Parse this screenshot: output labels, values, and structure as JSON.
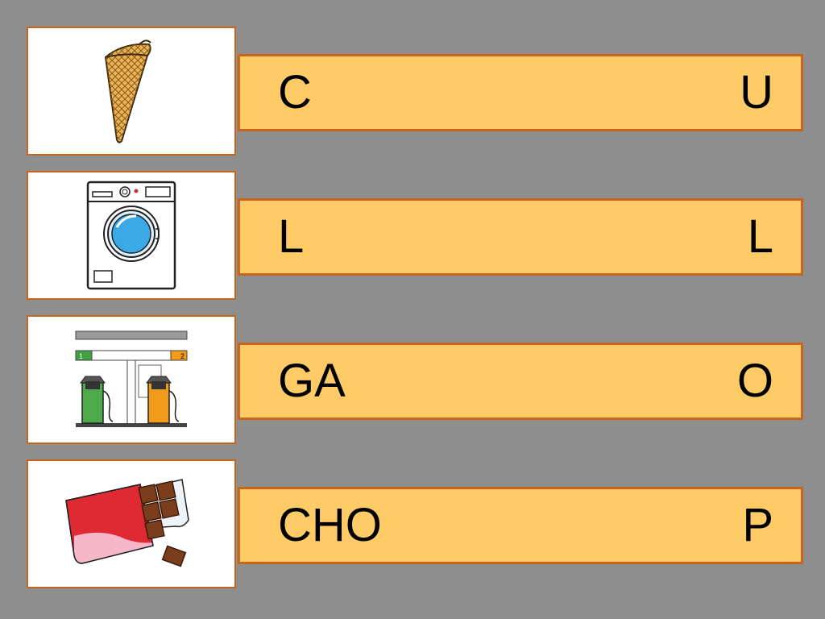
{
  "rows": [
    {
      "left": "C",
      "right": "U",
      "icon": "ice-cream-cone-icon"
    },
    {
      "left": "L",
      "right": "L",
      "icon": "washing-machine-icon"
    },
    {
      "left": "GA",
      "right": "O",
      "icon": "gas-station-icon"
    },
    {
      "left": "CHO",
      "right": "P",
      "icon": "chocolate-bar-icon"
    }
  ],
  "colors": {
    "background": "#8e8e8e",
    "bar_fill": "#fecb66",
    "border": "#c8651c",
    "card_fill": "#ffffff"
  },
  "pump_labels": [
    "1",
    "2"
  ]
}
